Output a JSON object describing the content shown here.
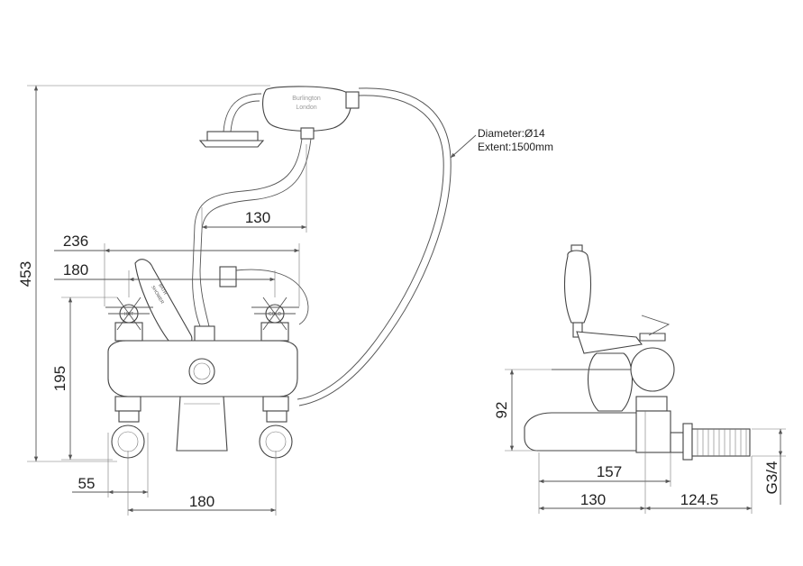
{
  "hose_note": {
    "diameter": "Diameter:Ø14",
    "extent": "Extent:1500mm"
  },
  "handset": {
    "brand_line1": "Burlington",
    "brand_line2": "London"
  },
  "lever_labels": {
    "shower": "SHOWER",
    "bath": "BATH"
  },
  "handle_labels": {
    "hot": "HOT",
    "cold": "COLD"
  },
  "front_view_dims": {
    "height_total": "453",
    "cradle_offset": "130",
    "width_overall": "236",
    "handle_spacing_top": "180",
    "valve_height": "195",
    "leg_height": "55",
    "centres": "180"
  },
  "side_view_dims": {
    "spout_height": "92",
    "spout_reach": "157",
    "body_to_spout": "130",
    "tail_length": "124.5",
    "thread": "G3/4"
  }
}
